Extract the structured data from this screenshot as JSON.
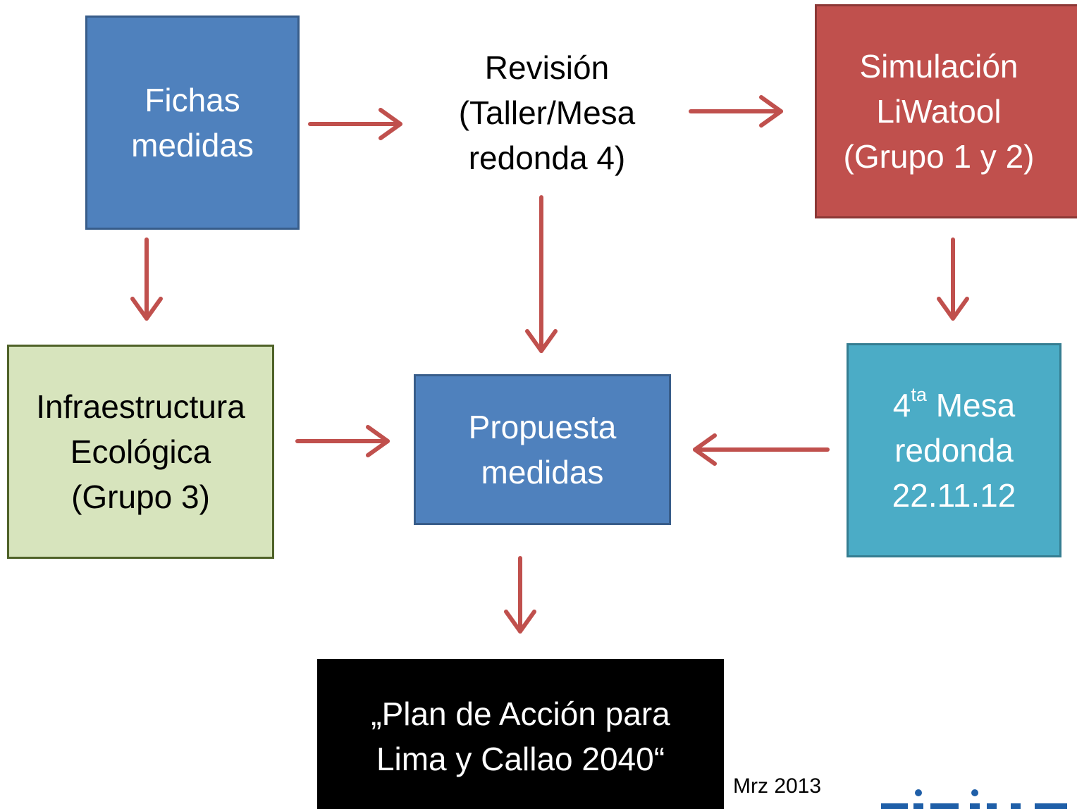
{
  "boxes": {
    "fichas": {
      "lines": [
        "Fichas",
        "medidas"
      ]
    },
    "revision": {
      "lines": [
        "Revisión",
        "(Taller/Mesa",
        "redonda 4)"
      ]
    },
    "simulacion": {
      "lines": [
        "Simulación",
        "LiWatool",
        "(Grupo 1 y 2)"
      ]
    },
    "infra": {
      "lines": [
        "Infraestructura",
        "Ecológica",
        "(Grupo 3)"
      ]
    },
    "propuesta": {
      "lines": [
        "Propuesta",
        "medidas"
      ]
    },
    "mesa": {
      "line1_num": "4",
      "line1_sup": "ta",
      "line1_rest": " Mesa",
      "line2": "redonda",
      "line3": "22.11.12"
    },
    "plan": {
      "lines": [
        "„Plan de Acción para",
        "Lima y Callao 2040“"
      ]
    }
  },
  "date": "Mrz 2013",
  "colors": {
    "arrow": "#c0504d",
    "blue_box": "#4f81bd",
    "red_box": "#c0504d",
    "green_box": "#d7e4bd",
    "teal_box": "#4bacc6",
    "logo": "#1f5fa8"
  }
}
